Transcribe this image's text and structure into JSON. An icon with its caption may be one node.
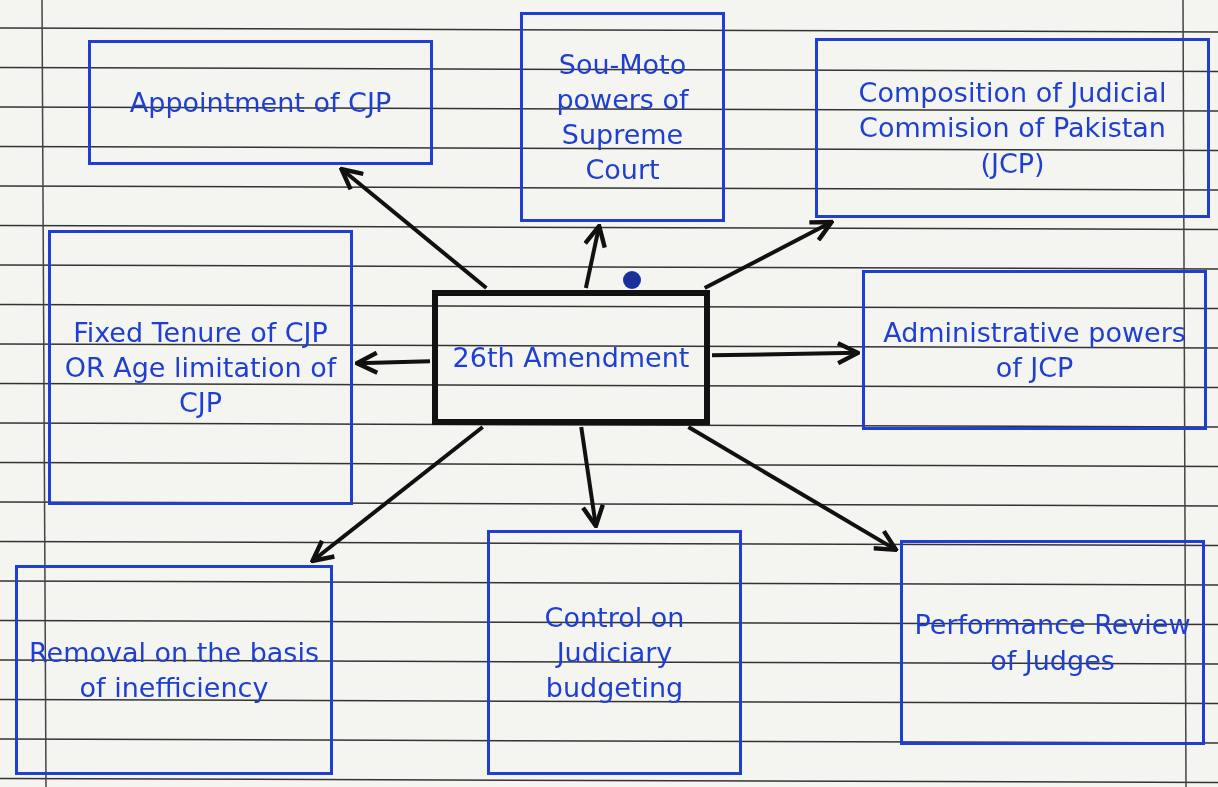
{
  "diagram": {
    "nodes": [
      {
        "text": [
          "Appointment of CJP"
        ]
      },
      {
        "text": [
          "Sou-Moto powers of Supreme Court"
        ]
      },
      {
        "text": [
          "Composition of Judicial Commision of Pakistan (JCP)"
        ]
      },
      {
        "text": [
          "Fixed Tenure of CJP OR Age limitation of CJP"
        ]
      },
      {
        "text": [
          "26th Amendment"
        ]
      },
      {
        "text": [
          "Administrative powers of JCP"
        ]
      },
      {
        "text": [
          "Removal on the basis of inefficiency"
        ]
      },
      {
        "text": [
          "Control on Judiciary budgeting"
        ]
      },
      {
        "text": [
          "Performance Review of Judges"
        ]
      }
    ],
    "edges": [
      {
        "from": 4,
        "to": 0,
        "arrow": "to"
      },
      {
        "from": 4,
        "to": 1,
        "arrow": "to"
      },
      {
        "from": 4,
        "to": 2,
        "arrow": "to"
      },
      {
        "from": 4,
        "to": 3,
        "arrow": "to"
      },
      {
        "from": 4,
        "to": 5,
        "arrow": "to"
      },
      {
        "from": 4,
        "to": 6,
        "arrow": "to"
      },
      {
        "from": 4,
        "to": 7,
        "arrow": "to"
      },
      {
        "from": 4,
        "to": 8,
        "arrow": "to"
      }
    ]
  }
}
